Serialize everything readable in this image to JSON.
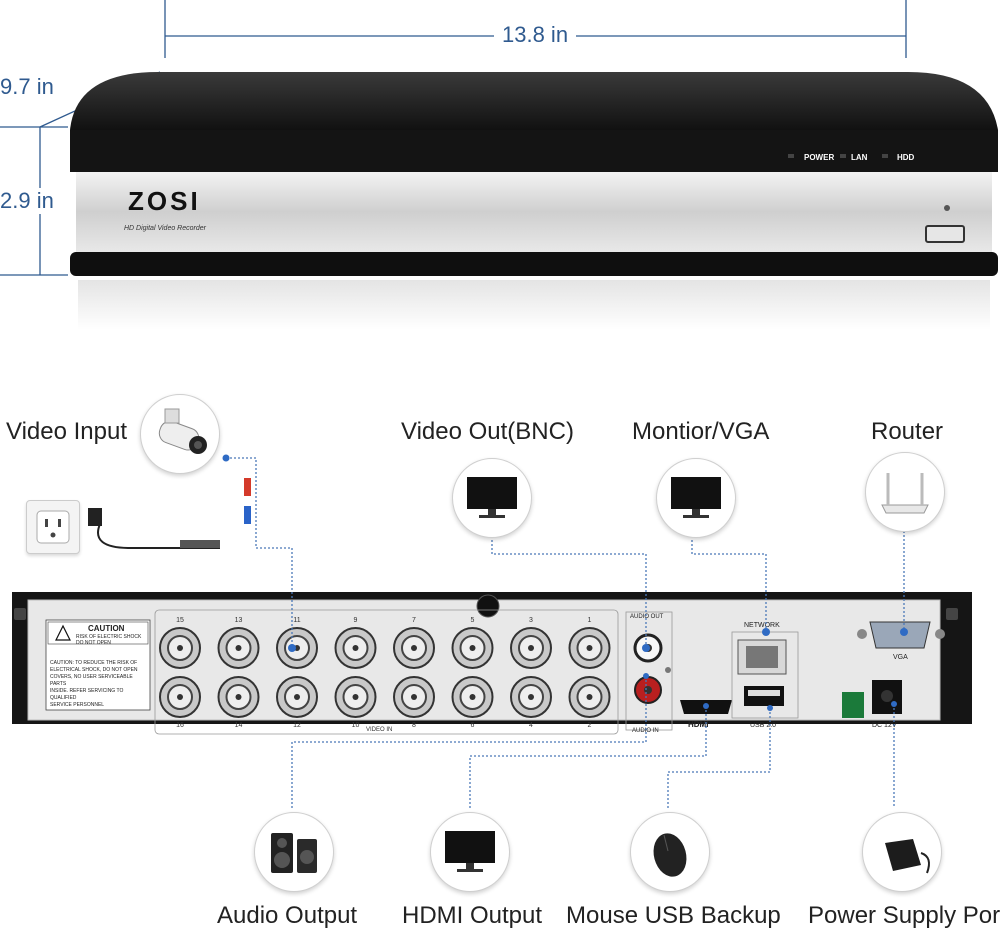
{
  "dimensions": {
    "width": "13.8 in",
    "depth": "9.7 in",
    "height": "2.9 in"
  },
  "front_panel": {
    "brand": "ZOSI",
    "subtitle": "HD Digital Video Recorder",
    "indicators": [
      "POWER",
      "LAN",
      "HDD"
    ]
  },
  "rear_panel": {
    "caution_title": "CAUTION",
    "caution_line": "RISK OF ELECTRIC SHOCK DO NOT OPEN",
    "caution_body": [
      "CAUTION: TO REDUCE THE RISK OF",
      "ELECTRICAL SHOCK, DO NOT OPEN",
      "COVERS, NO USER SERVICEABLE PARTS",
      "INSIDE. REFER SERVICING TO QUALIFIED",
      "SERVICE PERSONNEL"
    ],
    "video_in_label": "VIDEO IN",
    "top_numbers": [
      "15",
      "13",
      "11",
      "9",
      "7",
      "5",
      "3",
      "1"
    ],
    "bottom_numbers": [
      "16",
      "14",
      "12",
      "10",
      "8",
      "6",
      "4",
      "2"
    ],
    "audio_out": "AUDIO OUT",
    "audio_in": "AUDIO IN",
    "hdmi": "HDMI",
    "network": "NETWORK",
    "usb": "USB 2.0",
    "vga": "VGA",
    "dc": "DC 12V"
  },
  "callouts": {
    "video_input": "Video Input",
    "video_out": "Video Out(BNC)",
    "monitor_vga": "Montior/VGA",
    "router": "Router",
    "audio_output": "Audio Output",
    "hdmi_output": "HDMI Output",
    "mouse_usb": "Mouse USB Backup",
    "power_supply": "Power Supply Port"
  },
  "colors": {
    "accent": "#2f5a8f",
    "leader": "#4a78b8",
    "device_dark": "#1c1c1c",
    "device_silver": "#d9d9d9"
  },
  "icons": [
    "camera-icon",
    "outlet-icon",
    "monitor-icon",
    "router-icon",
    "speaker-icon",
    "mouse-icon",
    "power-adapter-icon"
  ]
}
